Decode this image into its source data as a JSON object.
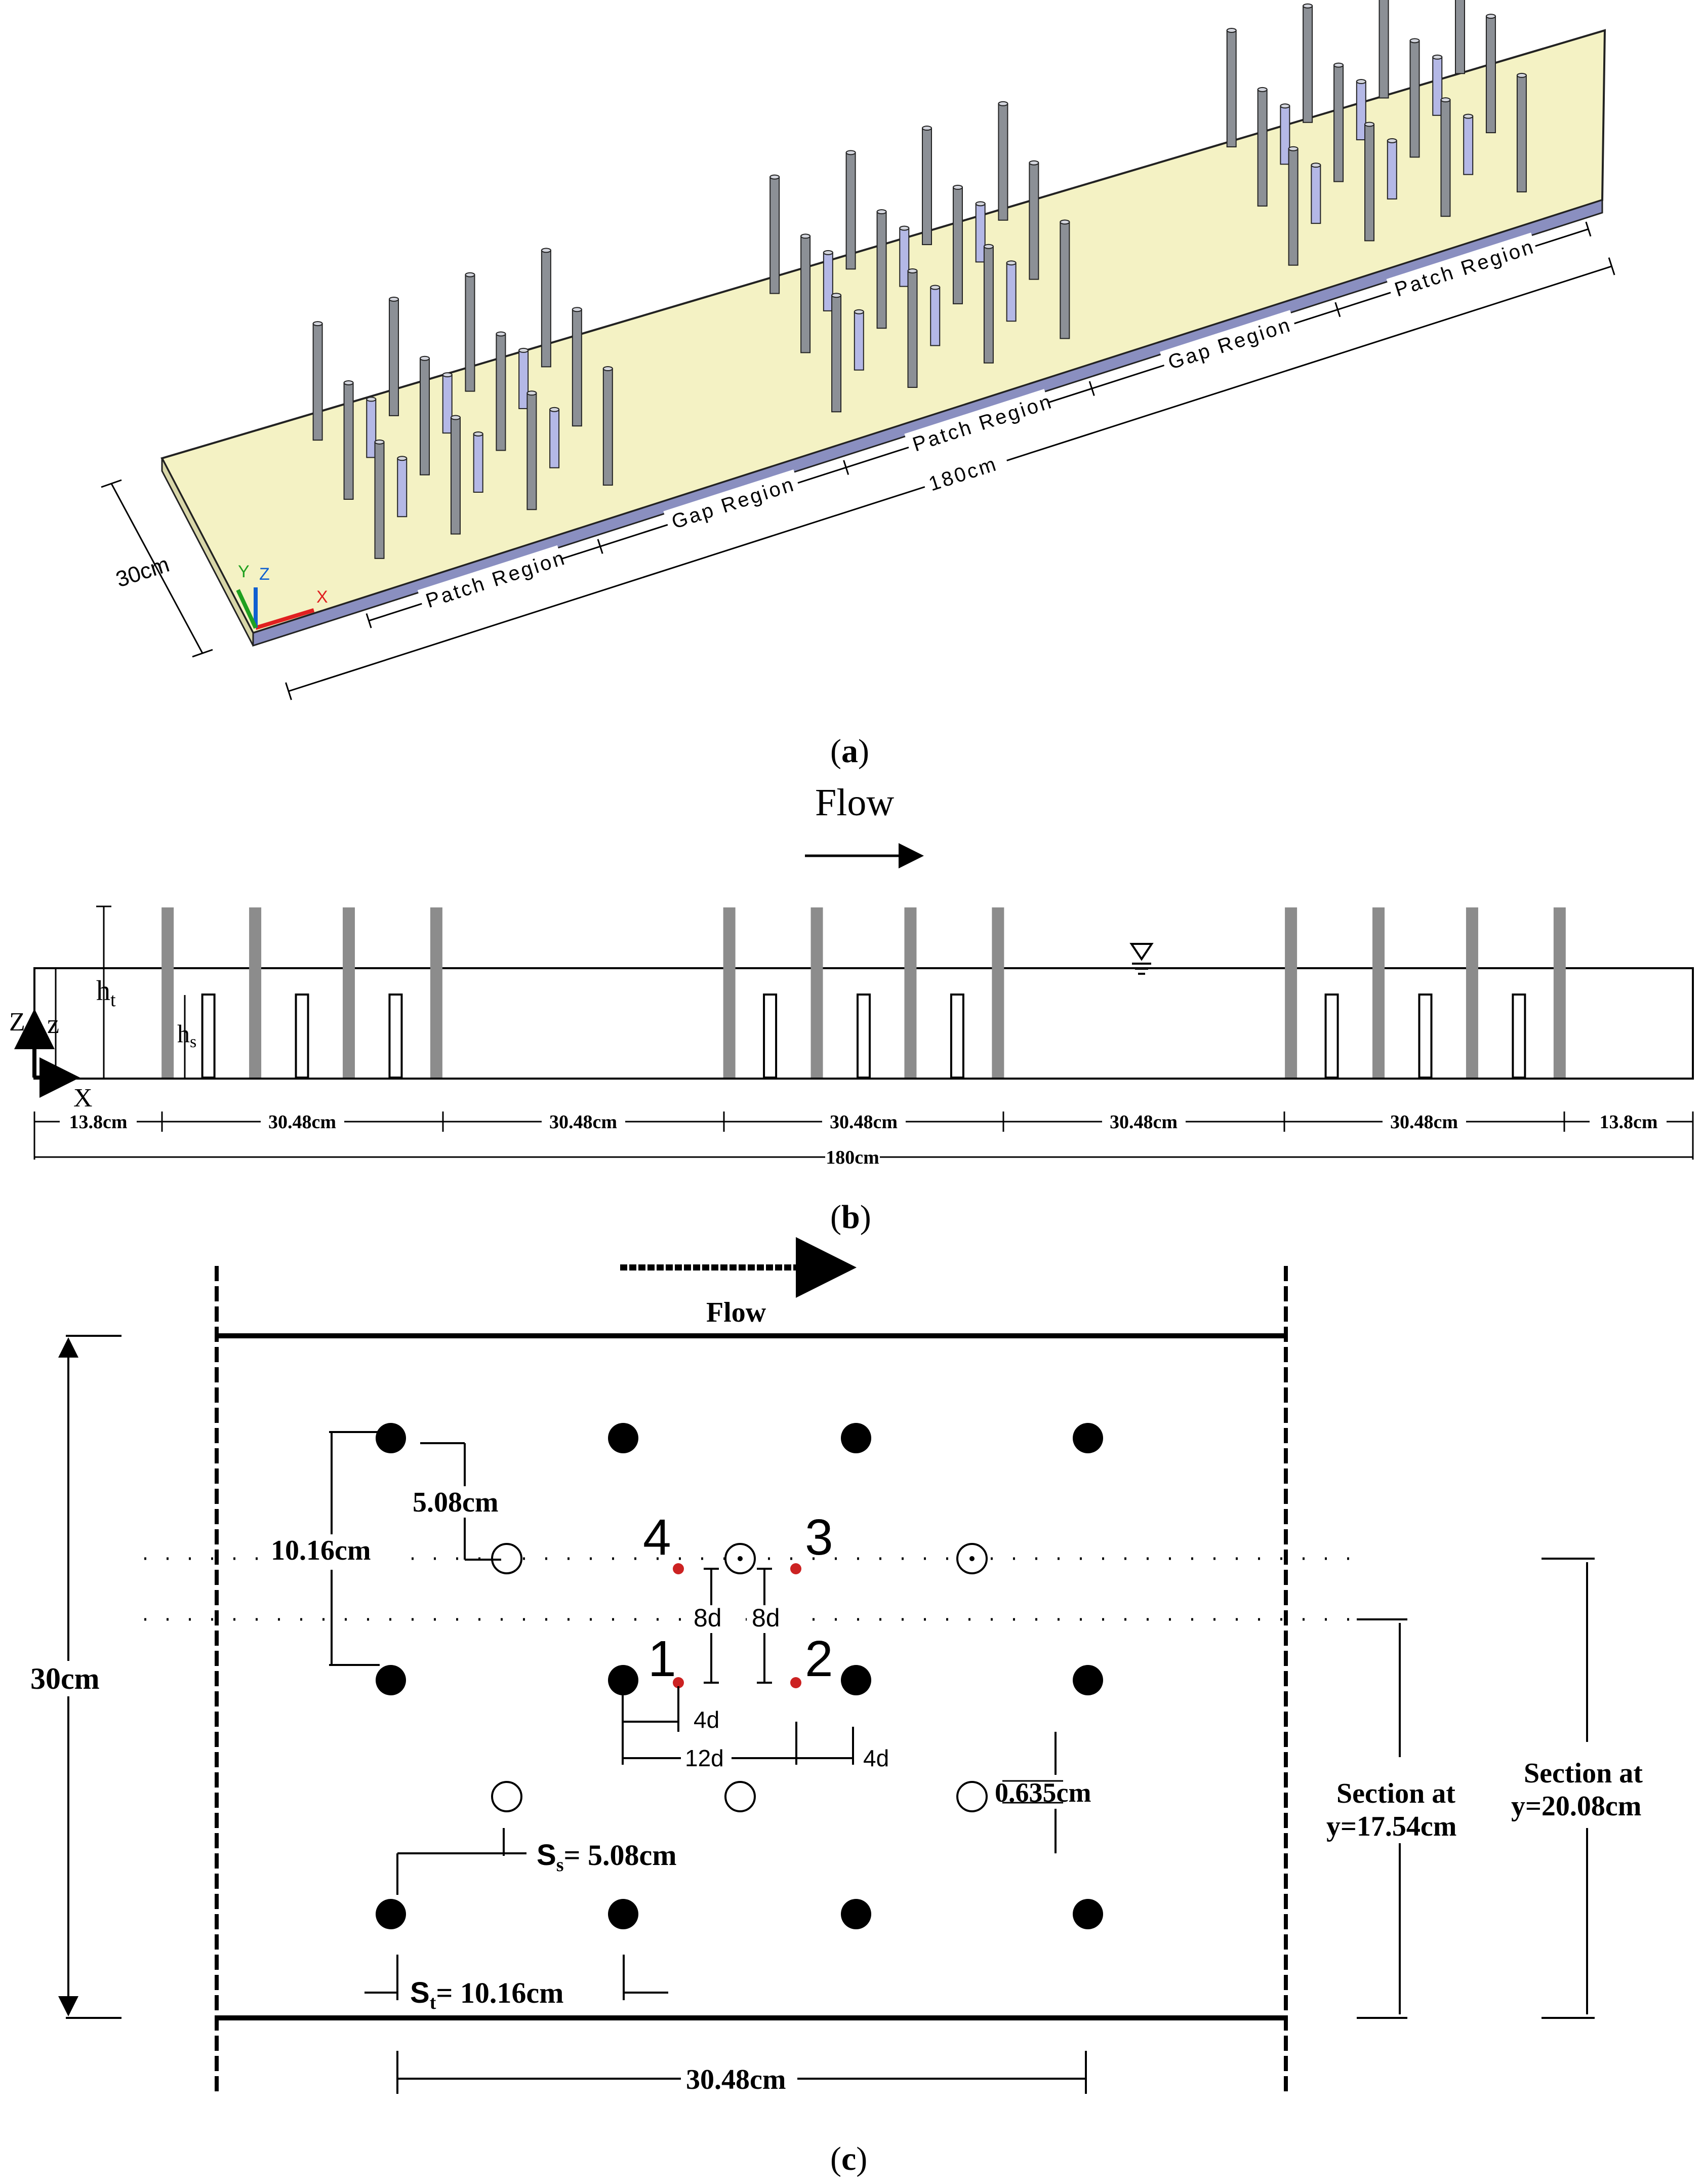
{
  "panel_a": {
    "caption_letter": "a",
    "width_label": "30cm",
    "length_label": "180cm",
    "region_labels": [
      "Patch Region",
      "Gap Region",
      "Patch Region",
      "Gap Region",
      "Patch Region"
    ],
    "axis_labels": {
      "x": "X",
      "y": "Y",
      "z": "Z"
    },
    "colors": {
      "plate": "#f4f2c4",
      "plate_side": "#8a8fc0",
      "tall_cylinder": "#8c9096",
      "short_cylinder": "#b4b8e6",
      "outline": "#222222"
    }
  },
  "panel_b": {
    "caption_letter": "b",
    "flow_label": "Flow",
    "ht_label": "h",
    "ht_sub": "t",
    "hs_label": "h",
    "hs_sub": "s",
    "z_axis": "Z",
    "z_var": "z",
    "x_axis": "X",
    "segments": [
      "13.8cm",
      "30.48cm",
      "30.48cm",
      "30.48cm",
      "30.48cm",
      "30.48cm",
      "13.8cm"
    ],
    "total": "180cm",
    "colors": {
      "tall_rod": "#8c8c8c"
    }
  },
  "panel_c": {
    "caption_letter": "c",
    "flow_label": "Flow",
    "width_label": "30cm",
    "d1": "5.08cm",
    "d2": "10.16cm",
    "points": [
      "1",
      "2",
      "3",
      "4"
    ],
    "eight_d": "8d",
    "four_d": "4d",
    "twelve_d": "12d",
    "diameter": "0.635cm",
    "ss_symbol": "S",
    "ss_sub": "s",
    "ss_value": "= 5.08cm",
    "st_symbol": "S",
    "st_sub": "t",
    "st_value": "= 10.16cm",
    "section1_line1": "Section at",
    "section1_line2": "y=17.54cm",
    "section2_line1": "Section at",
    "section2_line2": "y=20.08cm",
    "length_label": "30.48cm",
    "colors": {
      "point": "#cc2222",
      "tall_dot": "#000000"
    }
  }
}
